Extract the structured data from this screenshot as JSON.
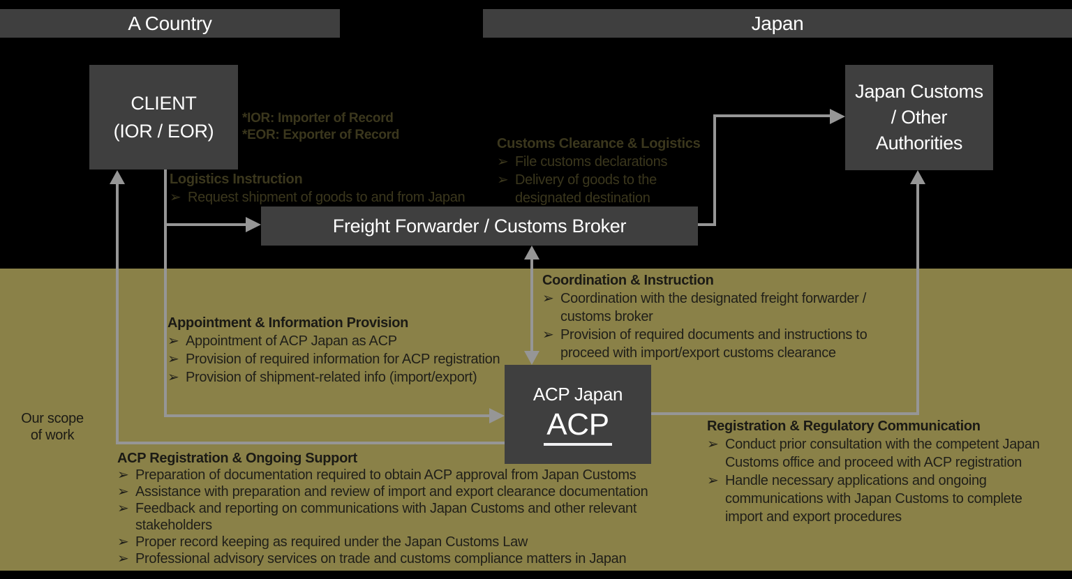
{
  "colors": {
    "background": "#000000",
    "scope_band": "#8a8148",
    "box_fill": "#3f3f3f",
    "box_text": "#ffffff",
    "connector": "#969696",
    "ghost_text_on_black": "#3b371d",
    "text_on_band": "#201f19"
  },
  "icons": {
    "bullet_arrow": "➢"
  },
  "headers": {
    "country_a": "A Country",
    "japan": "Japan"
  },
  "scope": {
    "line1": "Our scope",
    "line2": "of work"
  },
  "boxes": {
    "client": {
      "line1": "CLIENT",
      "line2": "(IOR / EOR)"
    },
    "freight_forwarder": {
      "label": "Freight Forwarder / Customs Broker"
    },
    "japan_customs": {
      "line1": "Japan Customs",
      "line2": "/ Other",
      "line3": "Authorities"
    },
    "acp": {
      "name": "ACP Japan",
      "abbr": "ACP"
    }
  },
  "notes": {
    "ior": "*IOR: Importer of Record",
    "eor": "*EOR: Exporter of Record"
  },
  "annotations": {
    "logistics": {
      "title": "Logistics Instruction",
      "item1": "Request shipment of goods to and from Japan"
    },
    "customs_clearance": {
      "title": "Customs Clearance & Logistics",
      "item1": "File customs declarations",
      "item2": "Delivery of goods to the designated destination"
    },
    "coordination": {
      "title": "Coordination & Instruction",
      "item1": "Coordination with the designated freight forwarder / customs broker",
      "item2": "Provision of required documents and instructions to proceed with import/export customs clearance"
    },
    "appointment": {
      "title": "Appointment & Information Provision",
      "item1": "Appointment of ACP Japan as ACP",
      "item2": "Provision of required information for ACP registration",
      "item3": "Provision of shipment-related info (import/export)"
    },
    "acp_registration": {
      "title": "ACP Registration & Ongoing Support",
      "item1": "Preparation of documentation required to obtain ACP approval from Japan Customs",
      "item2": "Assistance with preparation and review of import and export clearance documentation",
      "item3": "Feedback and reporting on communications with Japan Customs and other relevant stakeholders",
      "item4": "Proper record keeping as required under the Japan Customs Law",
      "item5": "Professional advisory services on trade and customs compliance matters in Japan"
    },
    "registration_communication": {
      "title": "Registration & Regulatory Communication",
      "item1": "Conduct prior consultation with the competent Japan Customs office and proceed with ACP registration",
      "item2": "Handle necessary applications and ongoing communications with Japan Customs to complete import and export procedures"
    }
  }
}
